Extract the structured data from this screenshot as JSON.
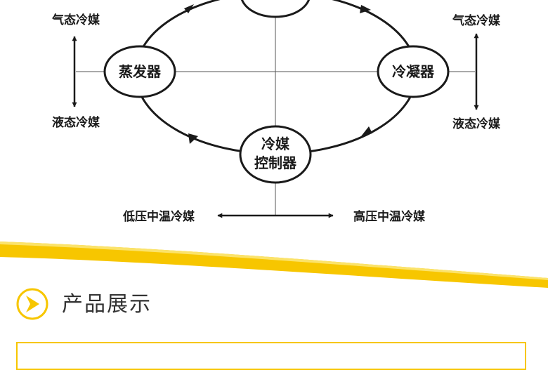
{
  "diagram": {
    "nodes": {
      "evaporator": "蒸发器",
      "condenser": "冷凝器",
      "controller_line1": "冷媒",
      "controller_line2": "控制器"
    },
    "left_labels": {
      "top": "气态冷媒",
      "bottom": "液态冷媒"
    },
    "right_labels": {
      "top": "气态冷媒",
      "bottom": "液态冷媒"
    },
    "bottom_labels": {
      "left": "低压中温冷媒",
      "right": "高压中温冷媒"
    }
  },
  "section": {
    "title": "产品展示"
  },
  "colors": {
    "accent": "#f7c600",
    "line": "#1a1a1a"
  }
}
